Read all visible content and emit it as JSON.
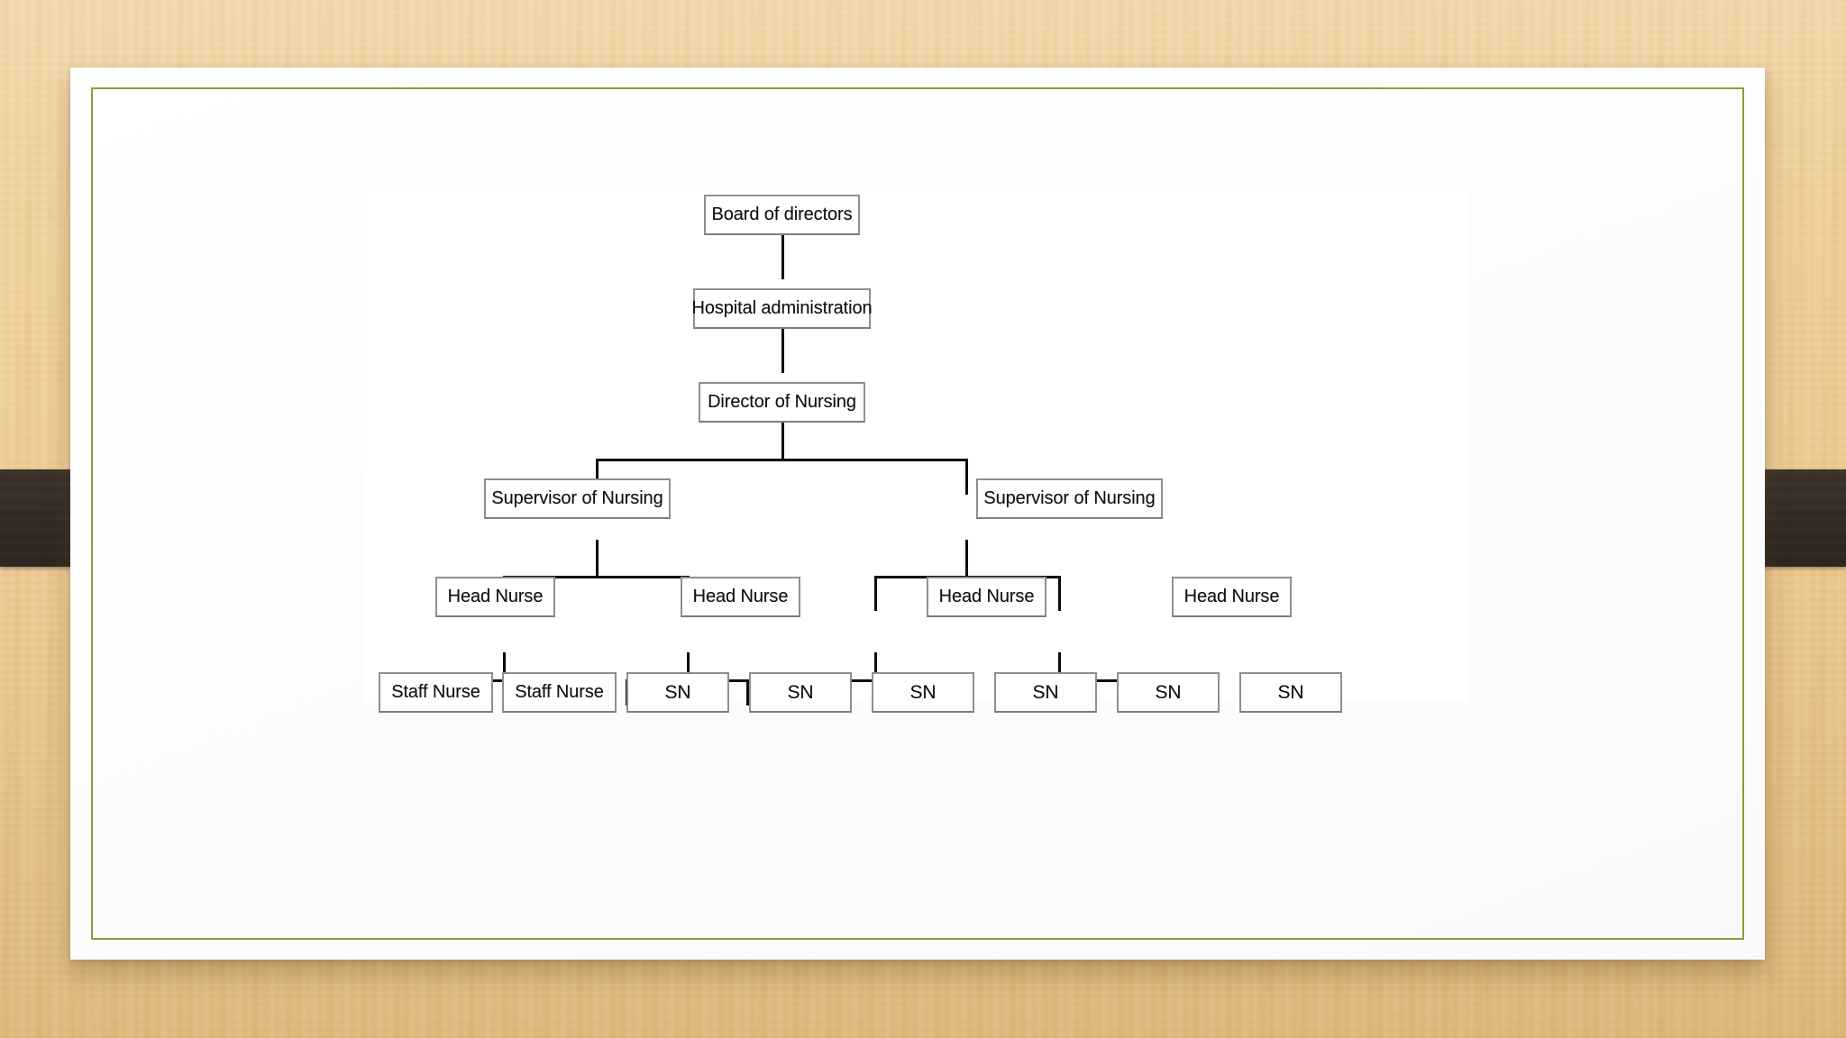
{
  "slide": {
    "background_color": "#eac78c",
    "card_color": "#ffffff",
    "border_color": "#86a03c",
    "clamp_color": "#352d25"
  },
  "chart_data": {
    "type": "diagram",
    "title": "Hospital Nursing Organizational Chart",
    "orientation": "top-down",
    "node_border_color": "#8f8f8f",
    "connector_color": "#0c0c0c",
    "levels": [
      {
        "level": 1,
        "nodes": [
          {
            "id": "board",
            "label": "Board of directors"
          }
        ]
      },
      {
        "level": 2,
        "nodes": [
          {
            "id": "admin",
            "label": "Hospital administration"
          }
        ]
      },
      {
        "level": 3,
        "nodes": [
          {
            "id": "don",
            "label": "Director of Nursing"
          }
        ]
      },
      {
        "level": 4,
        "nodes": [
          {
            "id": "sup1",
            "label": "Supervisor of Nursing"
          },
          {
            "id": "sup2",
            "label": "Supervisor of Nursing"
          }
        ]
      },
      {
        "level": 5,
        "nodes": [
          {
            "id": "hn1",
            "label": "Head Nurse"
          },
          {
            "id": "hn2",
            "label": "Head Nurse"
          },
          {
            "id": "hn3",
            "label": "Head Nurse"
          },
          {
            "id": "hn4",
            "label": "Head Nurse"
          }
        ]
      },
      {
        "level": 6,
        "nodes": [
          {
            "id": "sn1",
            "label": "Staff Nurse"
          },
          {
            "id": "sn2",
            "label": "Staff Nurse"
          },
          {
            "id": "sn3",
            "label": "SN"
          },
          {
            "id": "sn4",
            "label": "SN"
          },
          {
            "id": "sn5",
            "label": "SN"
          },
          {
            "id": "sn6",
            "label": "SN"
          },
          {
            "id": "sn7",
            "label": "SN"
          },
          {
            "id": "sn8",
            "label": "SN"
          }
        ]
      }
    ],
    "edges": [
      {
        "from": "board",
        "to": "admin"
      },
      {
        "from": "admin",
        "to": "don"
      },
      {
        "from": "don",
        "to": "sup1"
      },
      {
        "from": "don",
        "to": "sup2"
      },
      {
        "from": "sup1",
        "to": "hn1"
      },
      {
        "from": "sup1",
        "to": "hn2"
      },
      {
        "from": "sup2",
        "to": "hn3"
      },
      {
        "from": "sup2",
        "to": "hn4"
      },
      {
        "from": "hn1",
        "to": "sn1"
      },
      {
        "from": "hn1",
        "to": "sn2"
      },
      {
        "from": "hn2",
        "to": "sn3"
      },
      {
        "from": "hn2",
        "to": "sn4"
      },
      {
        "from": "hn3",
        "to": "sn5"
      },
      {
        "from": "hn3",
        "to": "sn6"
      },
      {
        "from": "hn4",
        "to": "sn7"
      },
      {
        "from": "hn4",
        "to": "sn8"
      }
    ]
  }
}
